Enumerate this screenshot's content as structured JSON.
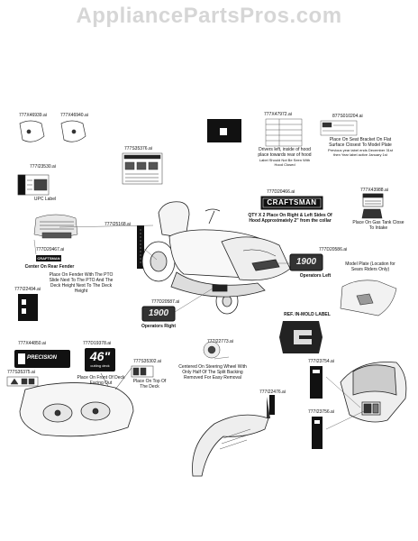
{
  "watermark": "AppliancePartsPros.com",
  "parts": {
    "p1": "777X46939.ai",
    "p2": "777X46940.ai",
    "p3": "777X47972.ai",
    "p4": "877S010204.ai",
    "p5": "777S35376.ai",
    "p6": "777I23530.ai",
    "p7": "777D20466.ai",
    "p8": "777X43988.ai",
    "p9": "777I25168.ai",
    "p10": "777D20467.ai",
    "p11": "777D20586.ai",
    "p12": "777I22494.ai",
    "p13": "777D20587.ai",
    "p14": "777X44850.ai",
    "p15": "777D19378.ai",
    "p16": "777I22773.ai",
    "p17": "777I23754.ai",
    "p18": "777S35302.ai",
    "p19": "777I22476.ai",
    "p20": "777S35375.ai",
    "p21": "777I23756.ai"
  },
  "notes": {
    "drivers_left": "Drivers left, inside of hood place towards rear of hood",
    "drivers_left_sub": "Label Should Not Be Seen With Hood Closed",
    "seat_bracket": "Place On Seat Bracket On Flat Surface Closest To Model Plate",
    "seat_bracket_sub": "Previous year label ends December 31st then Year label active January 1st",
    "upc": "UPC Label",
    "qty_hood": "QTY X 2 Place On Right & Left Sides Of Hood Approximately 2\" from the collar",
    "gas_tank": "Place On Gas Tank Close To Intake",
    "rear_fender": "Center On Rear Fender",
    "fender_pto": "Place On Fender With The PTO Slide Next To The PTO And The Deck Height Next To The Deck Height",
    "operators_left": "Operators Left",
    "model_plate": "Model Plate (Location for Sears Riders Only)",
    "operators_right": "Operators Right",
    "in_mold": "REF. IN-MOLD LABEL",
    "front_deck": "Place On Front Of Deck Facing Out",
    "top_deck": "Place On Top Of The Deck",
    "steering_wheel": "Centered On Steering Wheel With Only Half Of The Split Backing Removed For Easy Removal"
  },
  "decals": {
    "craftsman": "CRAFTSMAN",
    "craftsman_small": "CRAFTSMAN",
    "model_left": "1900",
    "model_right": "1900",
    "deck_size": "46\"",
    "deck_sub": "cutting deck",
    "precision": "PRECISION"
  }
}
